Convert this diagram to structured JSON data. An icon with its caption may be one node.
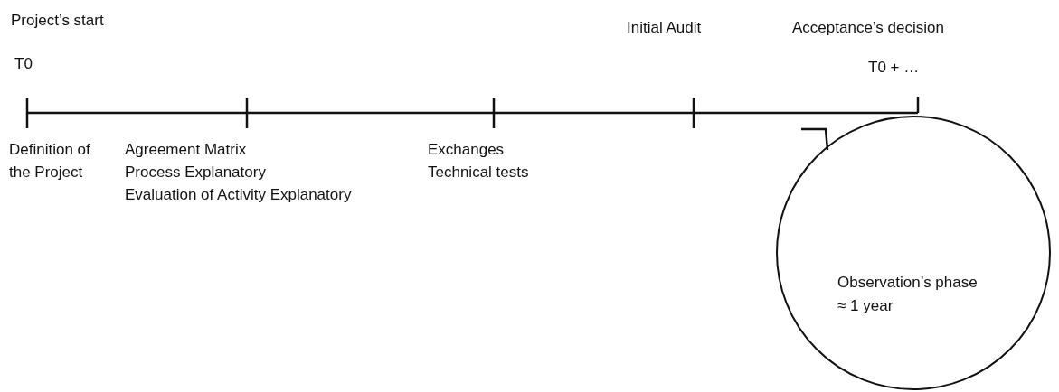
{
  "diagram": {
    "nodes": [
      {
        "text": [
          "Observation’s phase",
          "≈ 1 year"
        ]
      }
    ],
    "labels": [
      "Project’s start",
      "Initial Audit",
      "Acceptance’s decision",
      "T0",
      "T0 + …",
      "Definition of the Project",
      "Agreement Matrix",
      "Process Explanatory",
      "Evaluation of Activity Explanatory",
      "Exchanges",
      "Technical tests"
    ]
  }
}
